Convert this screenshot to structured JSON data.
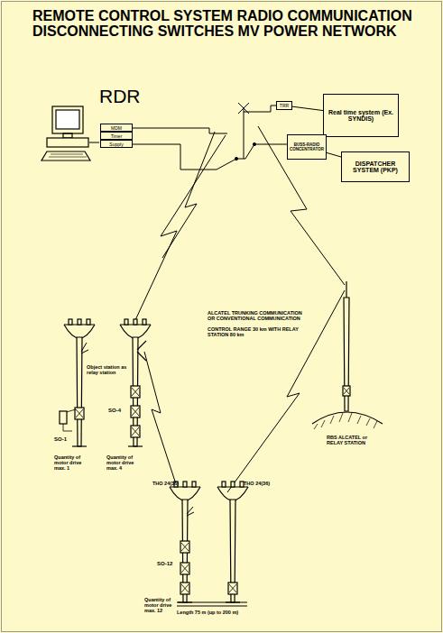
{
  "diagram": {
    "title": "REMOTE CONTROL SYSTEM RADIO COMMUNICATION DISCONNECTING SWITCHES MV POWER NETWORK",
    "nodes": [
      {
        "text": [
          "MDM"
        ]
      },
      {
        "text": [
          "Timer"
        ]
      },
      {
        "text": [
          "Supply"
        ]
      },
      {
        "text": [
          "TRR"
        ]
      },
      {
        "text": [
          "Real time system (Ex. SYNDIS)"
        ]
      },
      {
        "text": [
          "BUSS-RADIO CONCENTRATOR"
        ]
      },
      {
        "text": [
          "DISPATCHER SYSTEM (PKP)"
        ]
      }
    ],
    "edges": [
      {
        "from": 3,
        "to": 4,
        "arrow": "none"
      },
      {
        "from": 5,
        "to": 6,
        "arrow": "none"
      }
    ],
    "labels": [
      "RDR",
      "ALCATEL TRUNKING COMMUNICATION OR CONVENTIONAL COMMUNICATION",
      "CONTROL RANGE 30 km WITH RELAY STATION 80 km",
      "RBS ALCATEL or RELAY STATION",
      "SO-1",
      "Object station as relay station",
      "SO-4",
      "Quantity of motor drive max. 1",
      "Quantity of motor drive max. 4",
      "THO 24(36)",
      "THO 24(36)",
      "SO-12",
      "Quantity of motor drive max. 12",
      "Length 75 m (up to 200 m)"
    ]
  }
}
